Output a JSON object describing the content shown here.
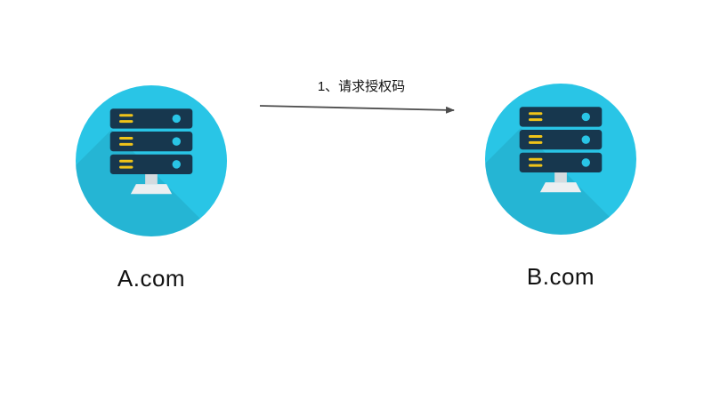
{
  "page": {
    "background": "#ffffff"
  },
  "diagram": {
    "arrow": {
      "label": "1、请求授权码",
      "direction": "left-to-right",
      "from": "A.com",
      "to": "B.com"
    },
    "nodes": [
      {
        "id": "a",
        "label": "A.com",
        "icon": "server-icon"
      },
      {
        "id": "b",
        "label": "B.com",
        "icon": "server-icon"
      }
    ],
    "colors": {
      "page_bg": "#ffffff",
      "circle": "#29c5e6",
      "circle_shadow": "rgba(0,0,0,0.08)",
      "server_body": "#17374e",
      "server_line": "#f0c419",
      "server_dot": "#29c5e6",
      "stand_neck": "#d5dbdf",
      "stand_base": "#eceff1",
      "arrow": "#4d4d4d",
      "label_text": "#111111"
    }
  }
}
